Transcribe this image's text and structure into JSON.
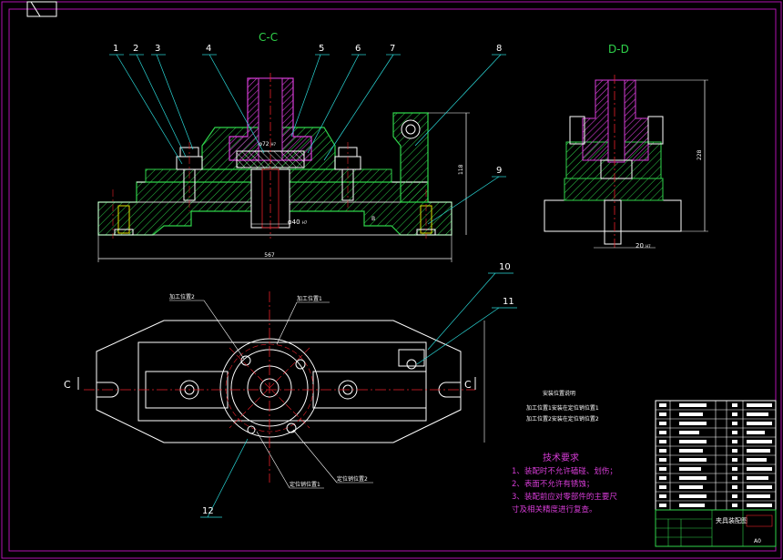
{
  "drawing": {
    "background": "#000000",
    "border_color": "#b012b0",
    "line_white": "#ffffff",
    "line_green": "#2fd24a",
    "line_cyan": "#2ad8d8",
    "line_red": "#e8202a",
    "line_magenta": "#d63cd6",
    "line_yellow": "#e0e000"
  },
  "views": {
    "front_section": {
      "label": "C-C"
    },
    "side_section": {
      "label": "D-D"
    }
  },
  "balloons": [
    "1",
    "2",
    "3",
    "4",
    "5",
    "6",
    "7",
    "8",
    "9",
    "10",
    "11",
    "12"
  ],
  "dimensions": {
    "bore_upper": "φ72",
    "bore_lower": "φ40",
    "fit_upper": "H7",
    "fit_lower": "h6",
    "overall_length": "567",
    "side_height": "118",
    "side_view_height": "228",
    "side_bore": "20",
    "note_small": "B"
  },
  "plan_labels": {
    "work_pos_2": "加工位置2",
    "work_pos_1": "加工位置1",
    "locate_1": "定位销位置1",
    "locate_2": "定位销位置2",
    "section_letter_left": "C",
    "section_letter_right": "C"
  },
  "assembly_notes": {
    "title": "安装位置说明",
    "line1": "加工位置1安装在定位销位置1",
    "line2": "加工位置2安装在定位销位置2"
  },
  "tech_requirements": {
    "title": "技术要求",
    "items": [
      "1、装配时不允许磕碰、划伤；",
      "2、表面不允许有锈蚀；",
      "3、装配前应对零部件的主要尺",
      "寸及相关精度进行复查。"
    ]
  },
  "title_block": {
    "drawing_name": "夹具装配图",
    "scale": "A0"
  }
}
